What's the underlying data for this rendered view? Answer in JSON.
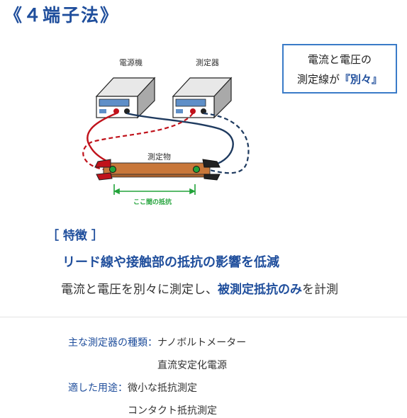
{
  "title": "《４端子法》",
  "callout": {
    "line1": "電流と電圧の",
    "line2_prefix": "測定線が",
    "line2_accent": "『別々』"
  },
  "diagram": {
    "power_supply_label": "電源機",
    "meter_label": "測定器",
    "object_label": "測定物",
    "measure_span_label": "ここ間の抵抗",
    "colors": {
      "current_wire": "#c0121b",
      "voltage_wire": "#1e3a5f",
      "sample": "#c8773a",
      "span": "#22a33a"
    }
  },
  "features": {
    "heading": "［ 特徴 ］",
    "main": "リード線や接触部の抵抗の影響を低減",
    "sub_prefix": "電流と電圧を別々に測定し、",
    "sub_highlight": "被測定抵抗のみ",
    "sub_suffix": "を計測"
  },
  "info": {
    "device_label": "主な測定器の種類：",
    "device_1": "ナノボルトメーター",
    "device_2": "直流安定化電源",
    "use_label": "適した用途：",
    "use_1": "微小な抵抗測定",
    "use_2": "コンタクト抵抗測定"
  }
}
